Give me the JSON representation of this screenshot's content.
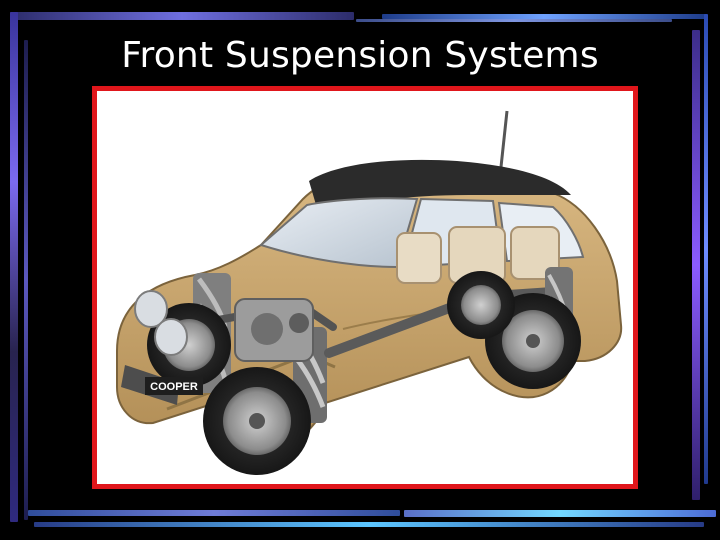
{
  "slide": {
    "title": "Front Suspension Systems"
  },
  "image": {
    "subject": "car-cutaway-front-suspension",
    "badge_text": "COOPER"
  },
  "colors": {
    "background": "#000000",
    "title": "#ffffff",
    "frame_border": "#e0161b",
    "car_body": "#c9a66b",
    "car_roof": "#2a2a2a",
    "accent_blue": "#4a7bff",
    "accent_cyan": "#38c8ff",
    "accent_purple": "#7a3cff"
  }
}
